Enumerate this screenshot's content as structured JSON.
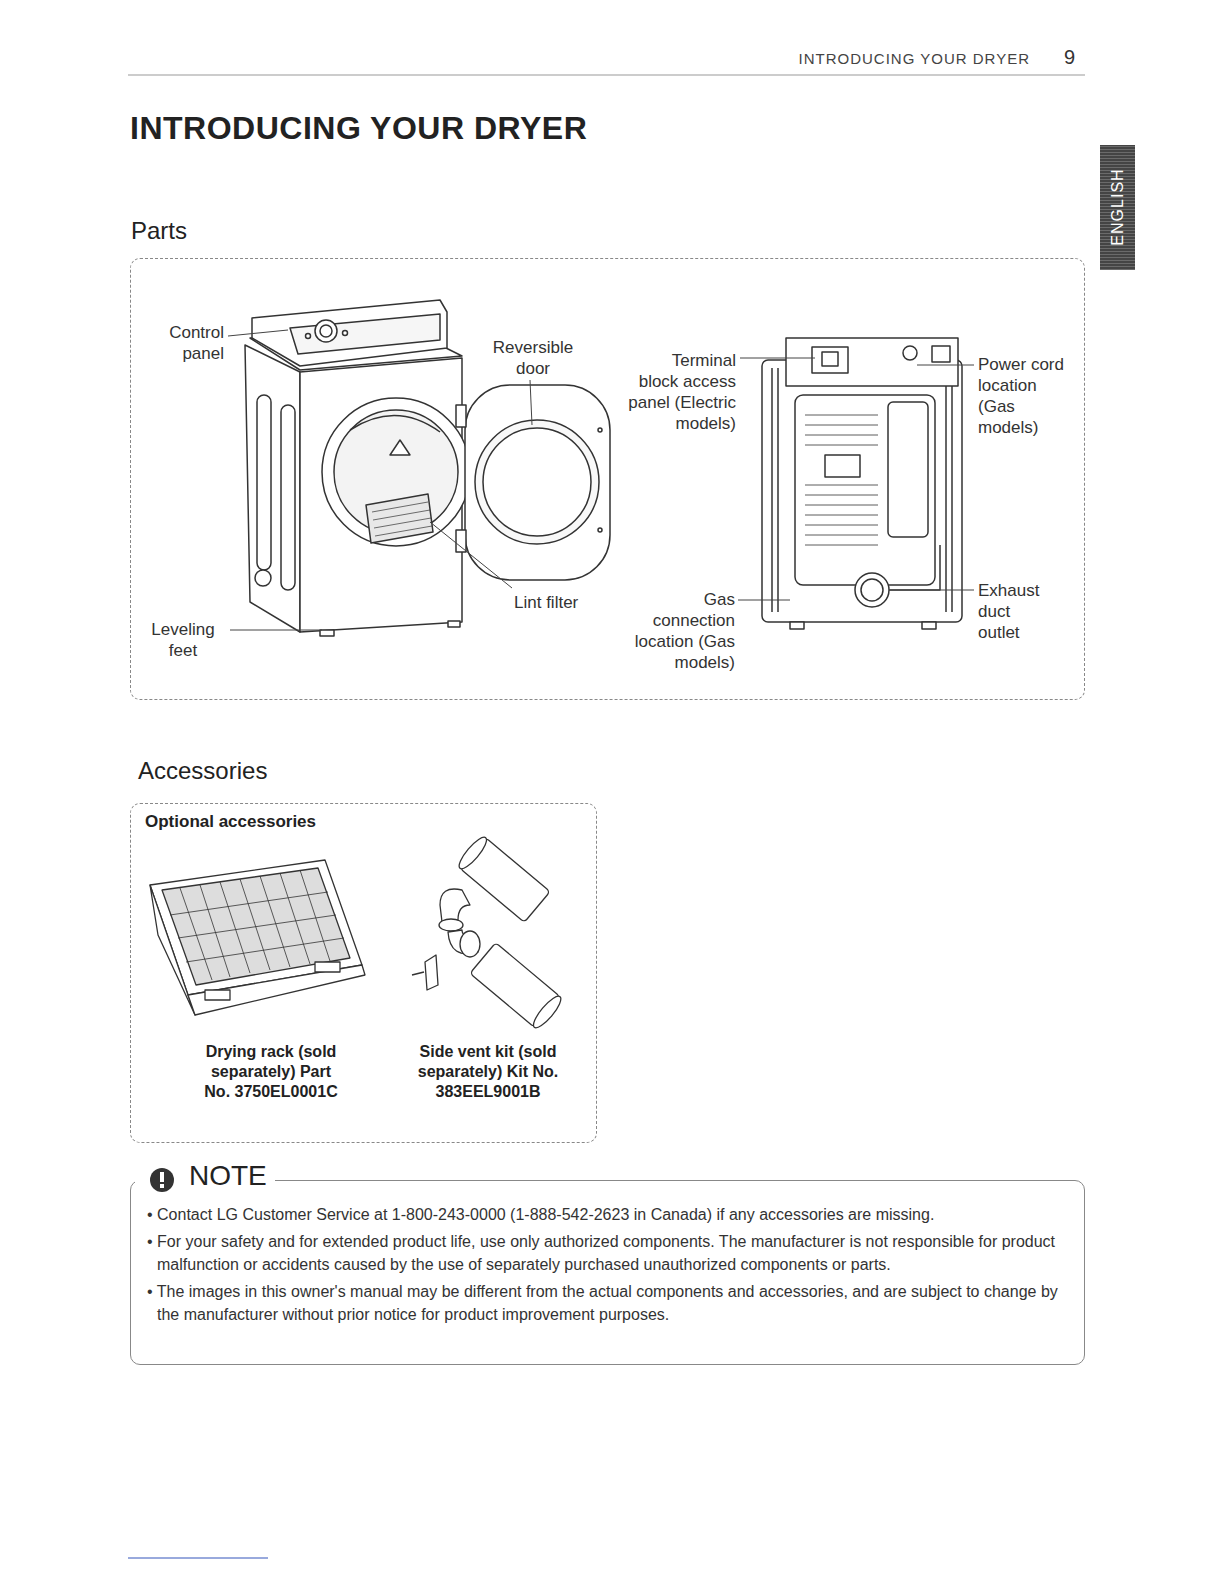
{
  "diagram": {
    "title": "INTRODUCING YOUR DRYER",
    "nodes": [
      {
        "text": [
          "Parts"
        ]
      },
      {
        "text": [
          "Accessories",
          "Optional accessories",
          "Drying rack (sold separately) Part No. 3750EL0001C",
          "Side vent kit (sold separately) Kit No. 383EEL9001B"
        ]
      },
      {
        "text": [
          "NOTE",
          "• Contact LG Customer Service at 1-800-243-0000 (1-888-542-2623 in Canada) if any accessories are missing.",
          "• For your safety and for extended product life, use only authorized components. The manufacturer is not responsible for product malfunction or accidents caused by the use of separately purchased unauthorized components or parts.",
          "• The images in this owner's manual may be different from the actual components and accessories, and are subject to change by the manufacturer without prior notice for product improvement purposes."
        ]
      },
      {
        "text": [
          "ENGLISH"
        ]
      }
    ],
    "labels": [
      "INTRODUCING YOUR DRYER",
      "9",
      "Control panel",
      "Reversible door",
      "Terminal block access panel (Electric models)",
      "Power cord location (Gas models)",
      "Lint filter",
      "Leveling feet",
      "Gas connection location (Gas models)",
      "Exhaust duct outlet"
    ]
  }
}
